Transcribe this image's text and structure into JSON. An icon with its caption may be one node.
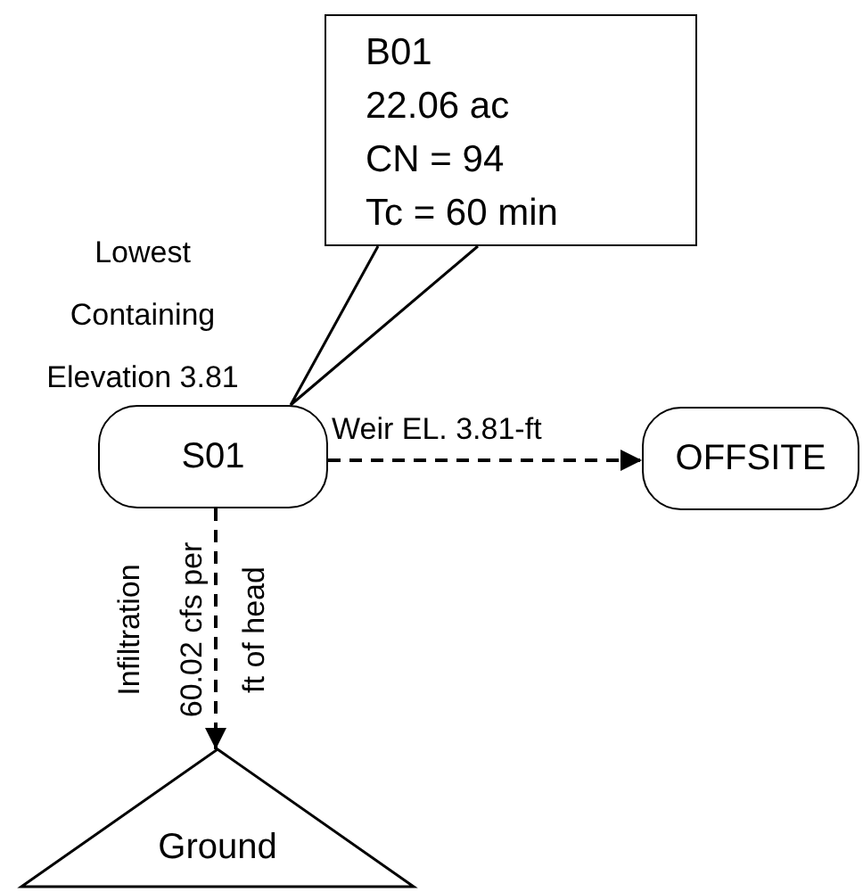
{
  "diagram": {
    "nodes": [
      {
        "text": [
          "B01",
          "22.06 ac",
          "CN = 94",
          "Tc = 60 min"
        ]
      },
      {
        "text": [
          "S01"
        ],
        "beside": [
          "Lowest Containing Elevation 3.81"
        ]
      },
      {
        "text": [
          "OFFSITE"
        ]
      },
      {
        "text": [
          "Ground"
        ]
      }
    ],
    "edges": [
      {
        "from": 0,
        "to": 1,
        "arrow": "none"
      },
      {
        "from": 1,
        "to": 2,
        "arrow": "to",
        "label": "Weir EL. 3.81-ft",
        "style": "dashed"
      },
      {
        "from": 1,
        "to": 3,
        "arrow": "to",
        "label": "Infiltration 60.02 cfs per ft of head",
        "style": "dashed"
      }
    ]
  }
}
